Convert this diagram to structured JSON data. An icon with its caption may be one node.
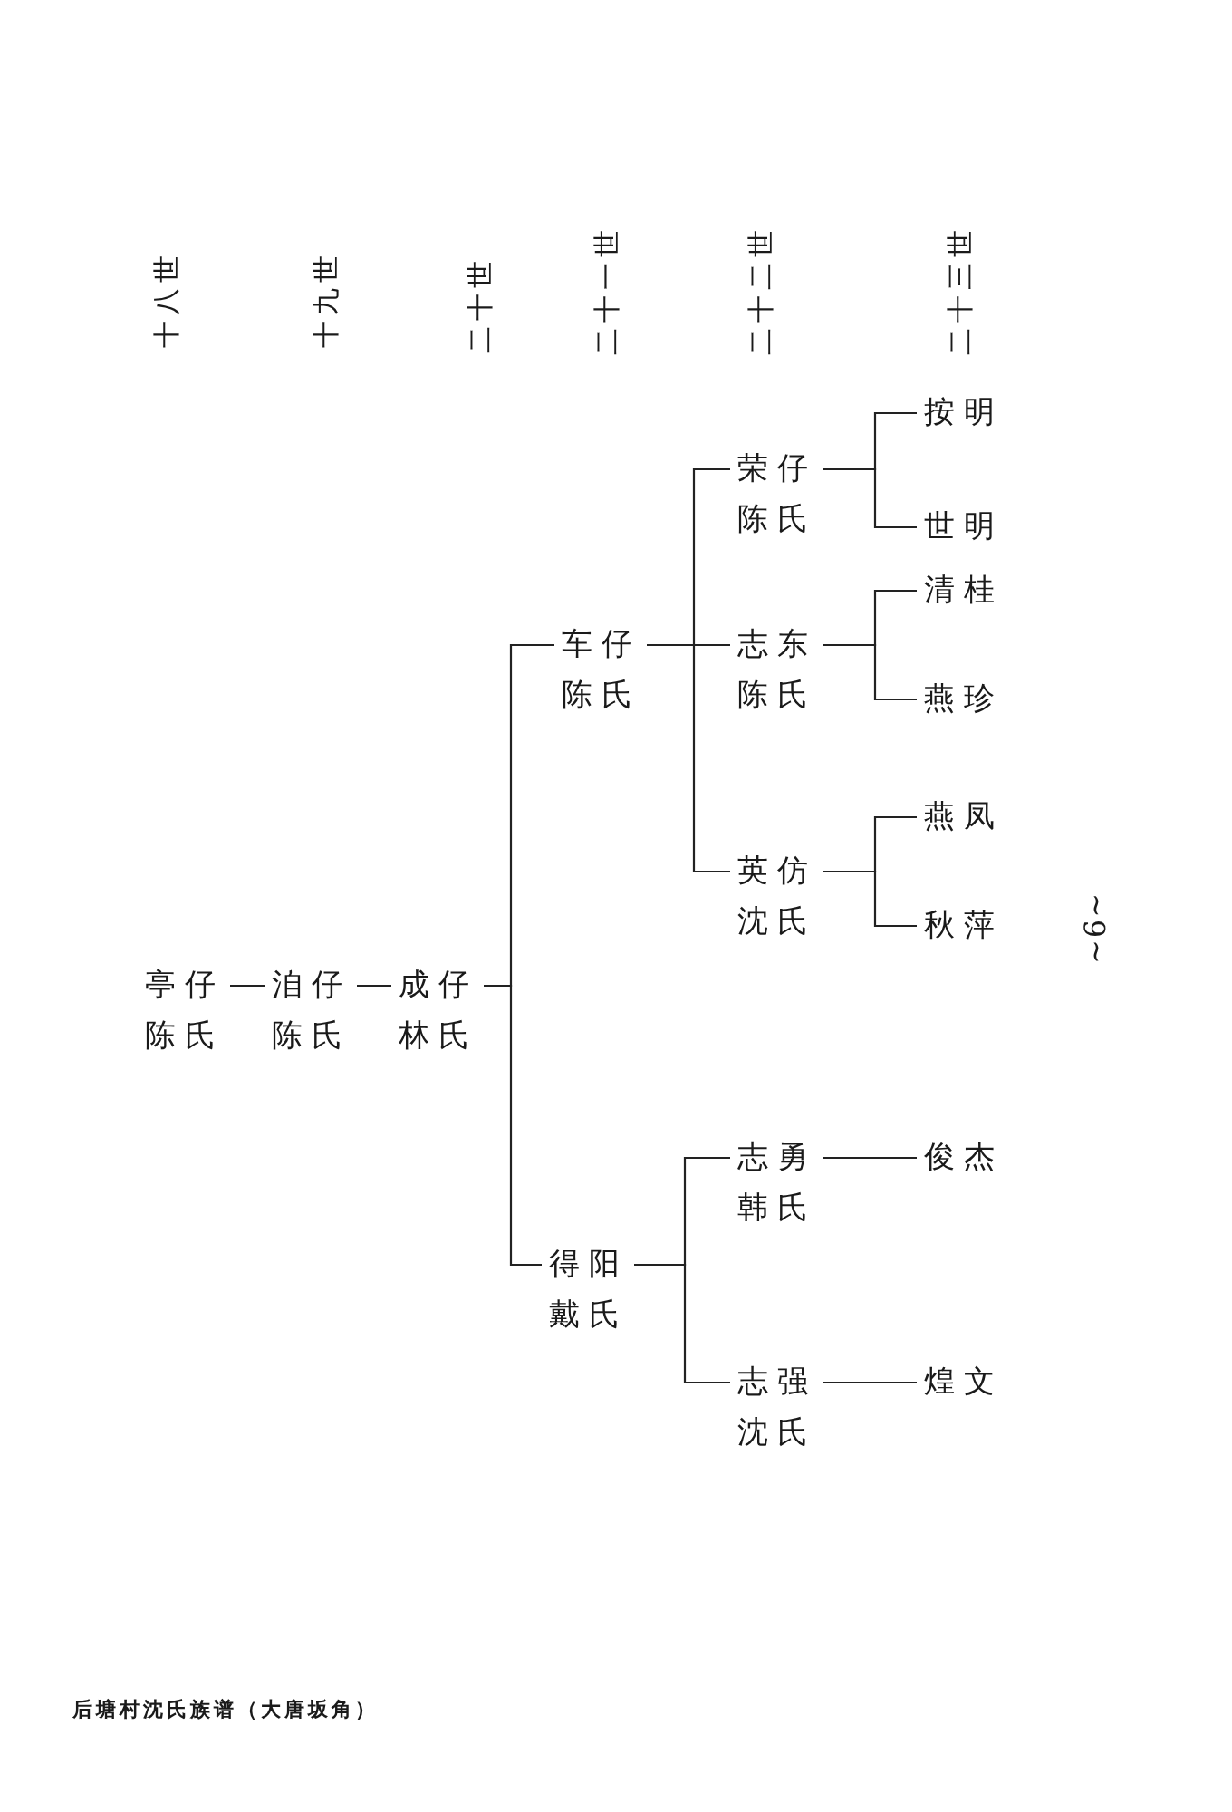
{
  "diagram": {
    "nodes": [
      {
        "text": [
          "亭仔",
          "陈氏"
        ]
      },
      {
        "text": [
          "洎仔",
          "陈氏"
        ]
      },
      {
        "text": [
          "成仔",
          "林氏"
        ]
      },
      {
        "text": [
          "车仔",
          "陈氏"
        ]
      },
      {
        "text": [
          "荣仔",
          "陈氏"
        ]
      },
      {
        "text": [
          "按明"
        ]
      },
      {
        "text": [
          "世明"
        ]
      },
      {
        "text": [
          "志东",
          "陈氏"
        ]
      },
      {
        "text": [
          "清桂"
        ]
      },
      {
        "text": [
          "燕珍"
        ]
      },
      {
        "text": [
          "英仿",
          "沈氏"
        ]
      },
      {
        "text": [
          "燕凤"
        ]
      },
      {
        "text": [
          "秋萍"
        ]
      },
      {
        "text": [
          "得阳",
          "戴氏"
        ]
      },
      {
        "text": [
          "志勇",
          "韩氏"
        ]
      },
      {
        "text": [
          "俊杰"
        ]
      },
      {
        "text": [
          "志强",
          "沈氏"
        ]
      },
      {
        "text": [
          "煌文"
        ]
      }
    ],
    "edges": [
      {
        "from": 0,
        "to": 1,
        "arrow": "none"
      },
      {
        "from": 1,
        "to": 2,
        "arrow": "none"
      },
      {
        "from": 2,
        "to": 3,
        "arrow": "none"
      },
      {
        "from": 2,
        "to": 13,
        "arrow": "none"
      },
      {
        "from": 3,
        "to": 4,
        "arrow": "none"
      },
      {
        "from": 3,
        "to": 7,
        "arrow": "none"
      },
      {
        "from": 3,
        "to": 10,
        "arrow": "none"
      },
      {
        "from": 4,
        "to": 5,
        "arrow": "none"
      },
      {
        "from": 4,
        "to": 6,
        "arrow": "none"
      },
      {
        "from": 7,
        "to": 8,
        "arrow": "none"
      },
      {
        "from": 7,
        "to": 9,
        "arrow": "none"
      },
      {
        "from": 10,
        "to": 11,
        "arrow": "none"
      },
      {
        "from": 10,
        "to": 12,
        "arrow": "none"
      },
      {
        "from": 13,
        "to": 14,
        "arrow": "none"
      },
      {
        "from": 13,
        "to": 16,
        "arrow": "none"
      },
      {
        "from": 14,
        "to": 15,
        "arrow": "none"
      },
      {
        "from": 16,
        "to": 17,
        "arrow": "none"
      }
    ],
    "labels": [
      "十八世",
      "十九世",
      "二十世",
      "二十一世",
      "二十二世",
      "二十三世",
      "~6~",
      "后塘村沈氏族谱（大唐坂角）"
    ]
  }
}
